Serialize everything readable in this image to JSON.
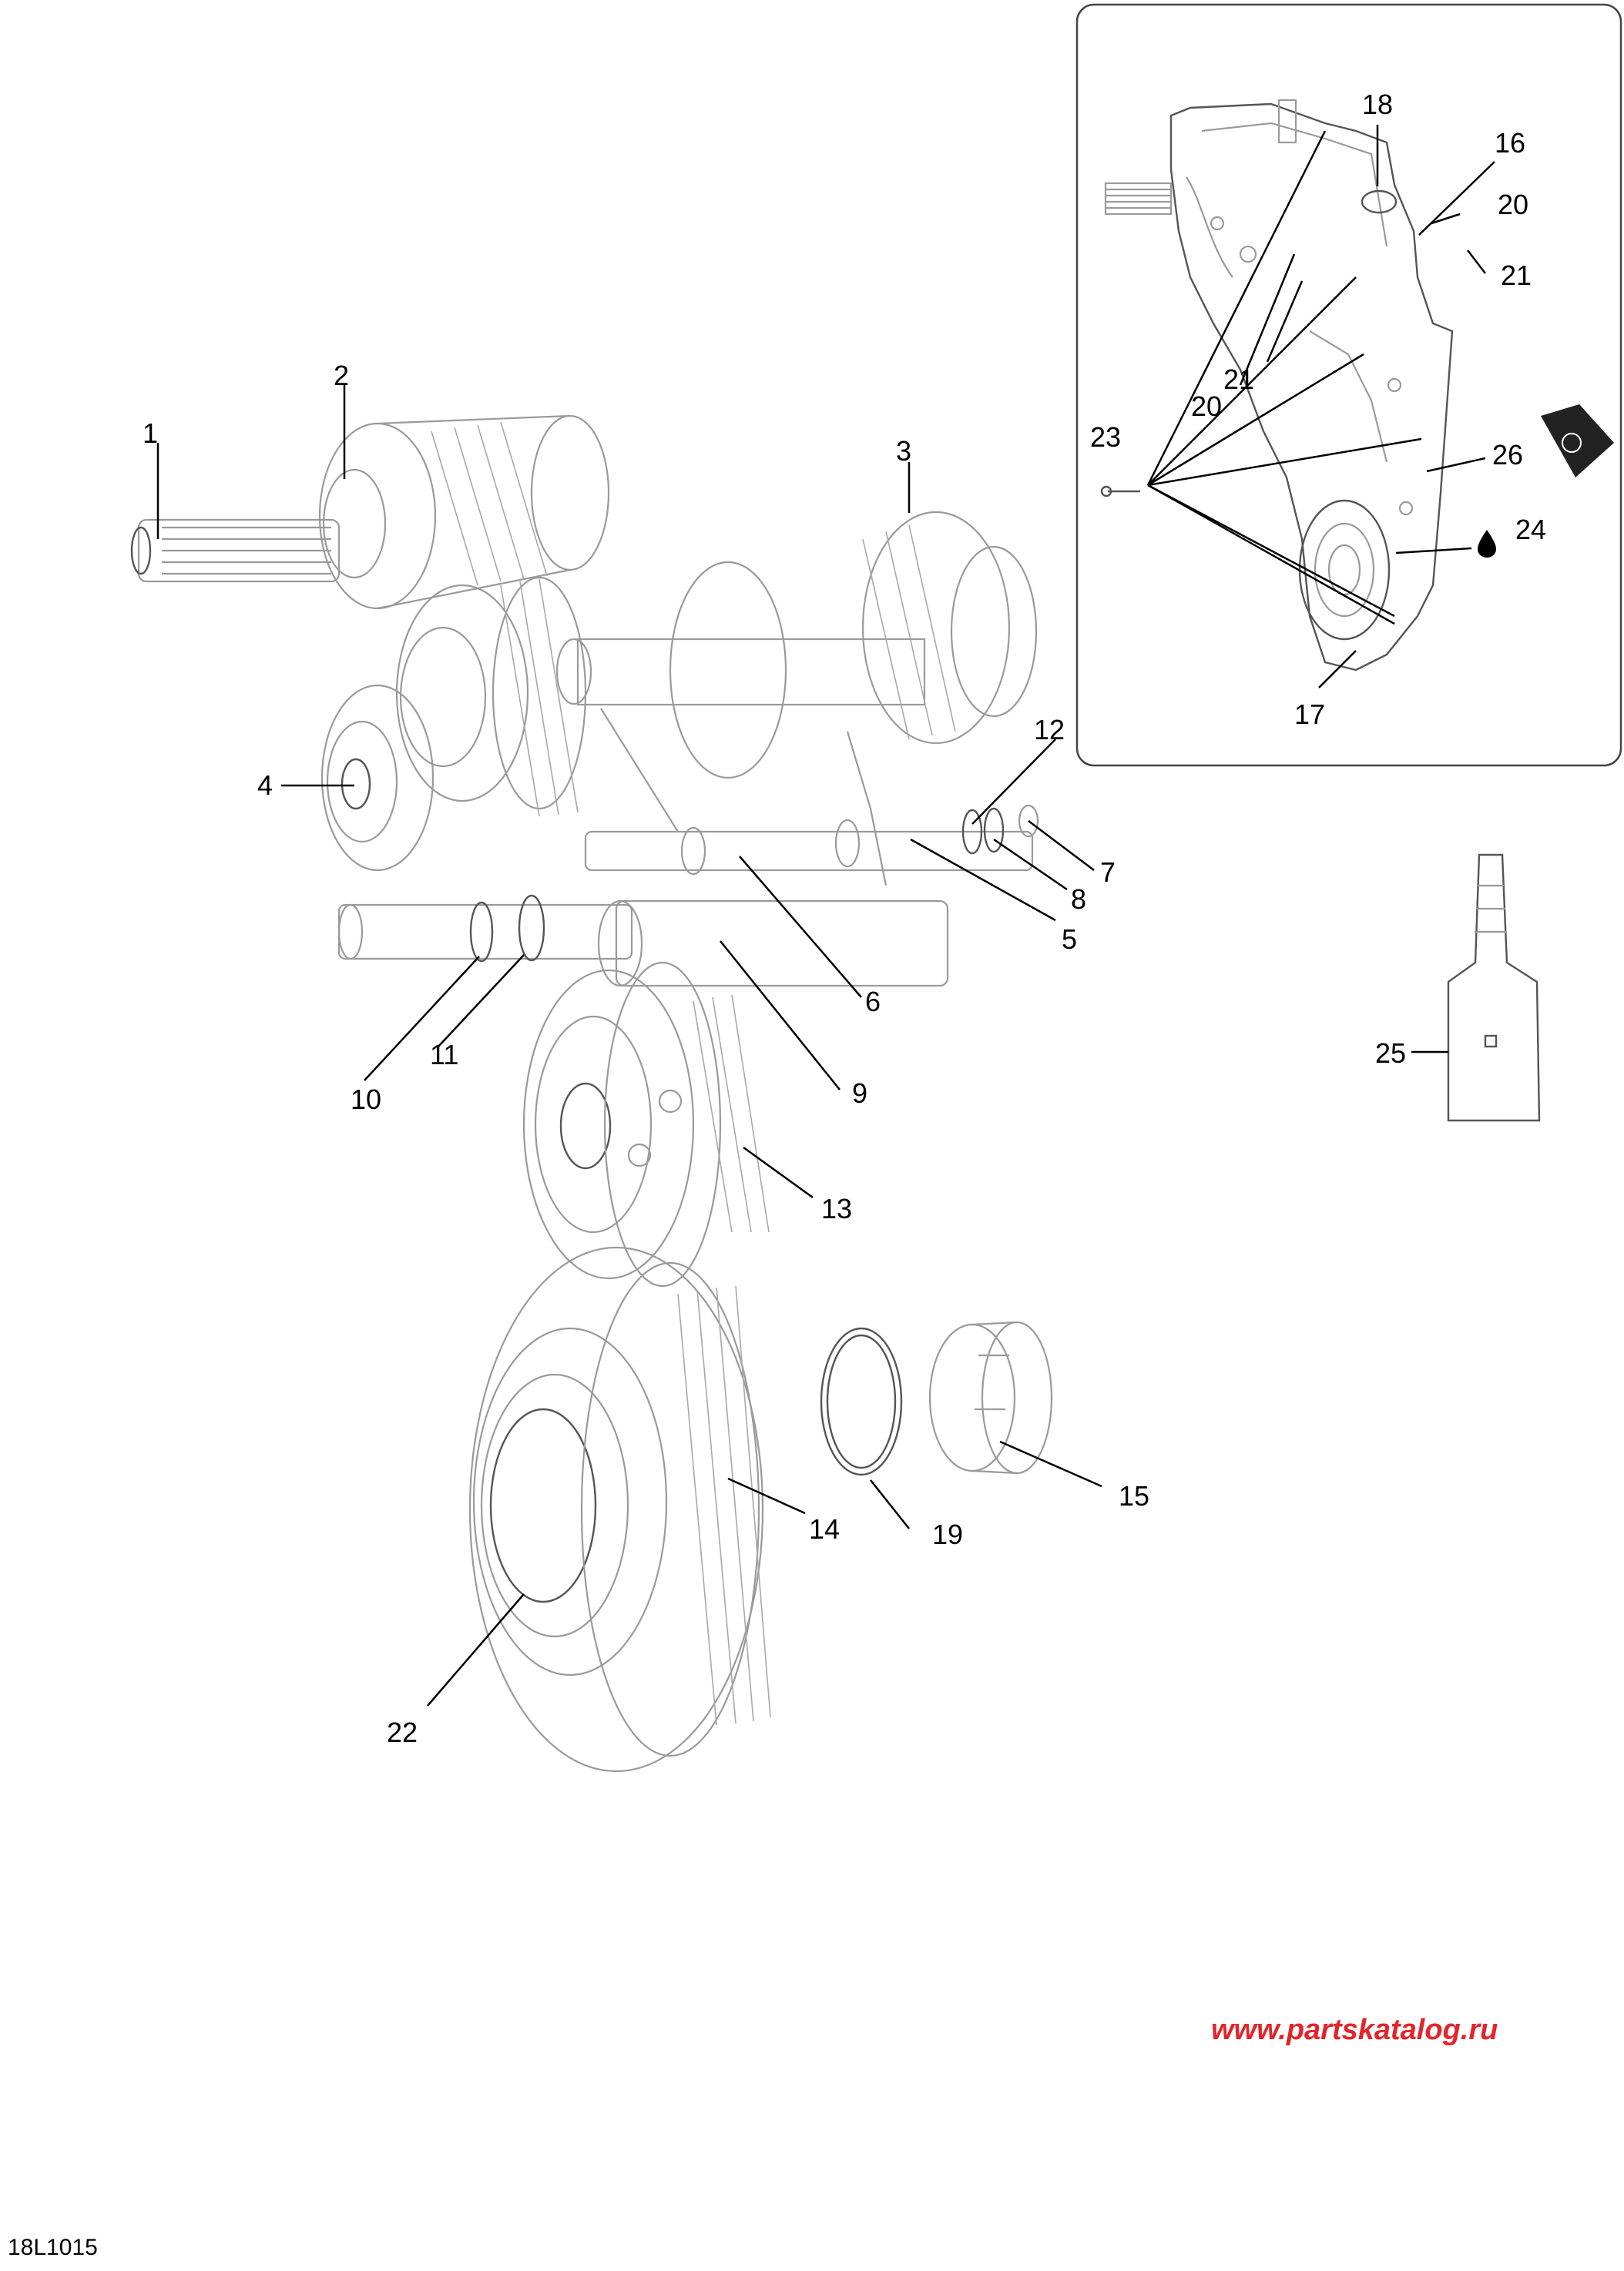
{
  "diagram": {
    "callouts": [
      "1",
      "2",
      "3",
      "4",
      "5",
      "6",
      "7",
      "8",
      "9",
      "10",
      "11",
      "12",
      "13",
      "14",
      "15",
      "16",
      "17",
      "18",
      "19",
      "20",
      "21",
      "22",
      "23",
      "24",
      "25",
      "26"
    ],
    "inset_callouts": [
      "18",
      "16",
      "20",
      "21",
      "21",
      "20",
      "23",
      "26",
      "24",
      "17"
    ]
  },
  "footer": {
    "watermark": "www.partskatalog.ru",
    "diagram_code": "18L1015"
  },
  "colors": {
    "line_art": "#9a9a9a",
    "labels": "#000000",
    "watermark": "#e2252b"
  }
}
